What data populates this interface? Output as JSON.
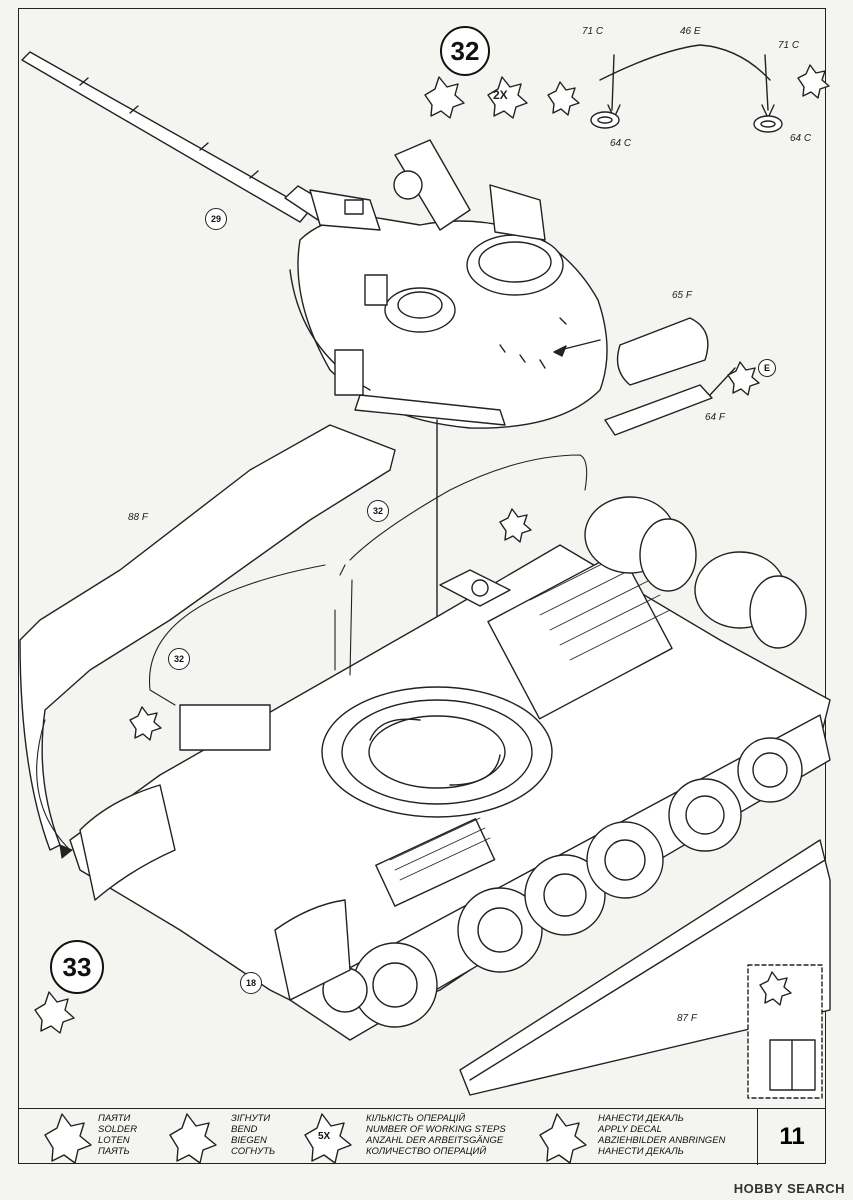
{
  "steps": {
    "step32": "32",
    "step33": "33",
    "repeat": "2X"
  },
  "parts": {
    "p71c_a": "71 C",
    "p46e": "46 E",
    "p71c_b": "71 C",
    "p64c_a": "64 C",
    "p64c_b": "64 C",
    "p29": "29",
    "p65f": "65 F",
    "p64f": "64 F",
    "pE": "E",
    "p88f": "88 F",
    "p32a": "32",
    "p32b": "32",
    "p18": "18",
    "p87f": "87 F"
  },
  "legend": {
    "solder": [
      "ПАЯТИ",
      "SOLDER",
      "LOTEN",
      "ПАЯТЬ"
    ],
    "bend": [
      "ЗІГНУТИ",
      "BEND",
      "BIEGEN",
      "СОГНУТЬ"
    ],
    "steps_icon": "5X",
    "steps": [
      "КІЛЬКІСТЬ ОПЕРАЦІЙ",
      "NUMBER OF WORKING STEPS",
      "ANZAHL DER ARBEITSGÄNGE",
      "КОЛИЧЕСТВО ОПЕРАЦИЙ"
    ],
    "decal": [
      "НАНЕСТИ ДЕКАЛЬ",
      "APPLY DECAL",
      "ABZIEHBILDER ANBRINGEN",
      "НАНЕСТИ ДЕКАЛЬ"
    ]
  },
  "page_number": "11",
  "watermark": "HOBBY SEARCH"
}
